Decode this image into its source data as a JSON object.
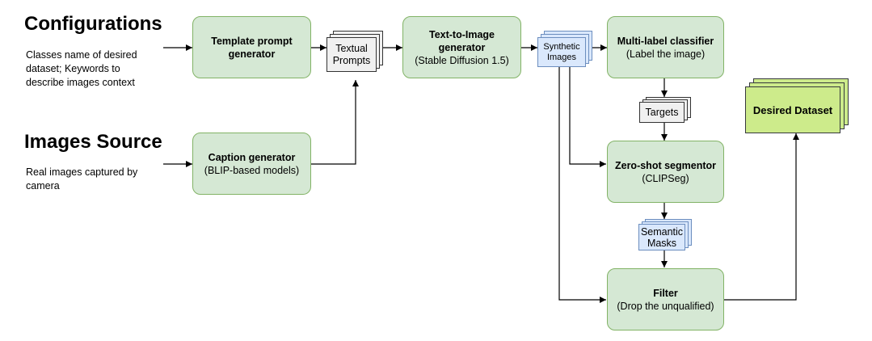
{
  "left": {
    "config_heading": "Configurations",
    "config_note": [
      "Classes name of desired",
      "dataset; Keywords to",
      "describe images context"
    ],
    "source_heading": "Images Source",
    "source_note": [
      "Real images captured by",
      "camera"
    ]
  },
  "nodes": {
    "template": {
      "line1": "Template prompt",
      "line2": "generator"
    },
    "caption": {
      "title": "Caption generator",
      "sub": "(BLIP-based models)"
    },
    "textual": {
      "line1": "Textual",
      "line2": "Prompts"
    },
    "t2i": {
      "line1": "Text-to-Image",
      "line2": "generator",
      "sub": "(Stable Diffusion 1.5)"
    },
    "synthetic": {
      "line1": "Synthetic",
      "line2": "Images"
    },
    "classifier": {
      "title": "Multi-label classifier",
      "sub": "(Label the image)"
    },
    "targets": {
      "label": "Targets"
    },
    "segmentor": {
      "title": "Zero-shot segmentor",
      "sub": "(CLIPSeg)"
    },
    "masks": {
      "line1": "Semantic",
      "line2": "Masks"
    },
    "filter": {
      "title": "Filter",
      "sub": "(Drop the unqualified)"
    },
    "dataset": {
      "label": "Desired Dataset"
    }
  },
  "colors": {
    "process_fill": "#d5e8d4",
    "process_border": "#82b366",
    "doc_gray": "#f0f0f0",
    "doc_blue": "#dae8fc",
    "doc_blue_border": "#6c8ebf",
    "dataset_fill": "#cdeb8b"
  }
}
